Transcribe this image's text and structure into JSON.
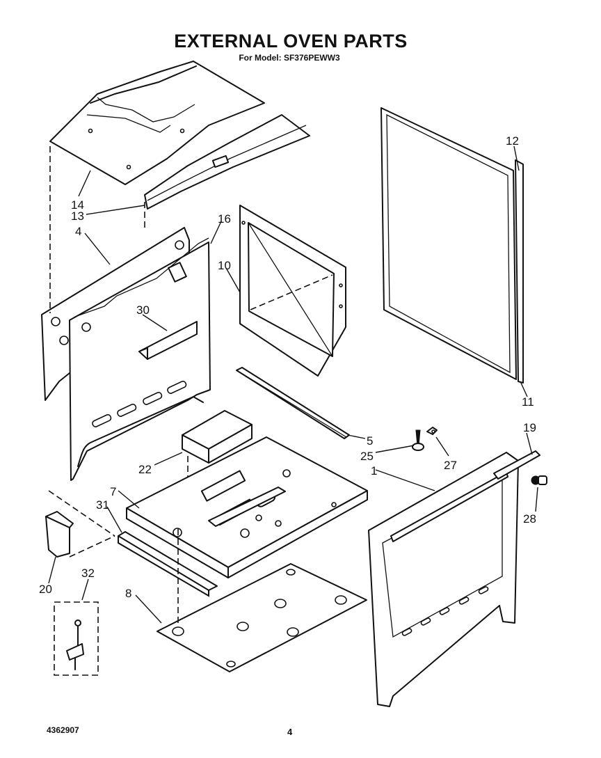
{
  "header": {
    "title": "EXTERNAL OVEN PARTS",
    "subtitle": "For Model: SF376PEWW3"
  },
  "footer": {
    "doc_number": "4362907",
    "page_number": "4"
  },
  "callouts": [
    {
      "id": "c14",
      "text": "14"
    },
    {
      "id": "c13",
      "text": "13"
    },
    {
      "id": "c4",
      "text": "4"
    },
    {
      "id": "c16",
      "text": "16"
    },
    {
      "id": "c10",
      "text": "10"
    },
    {
      "id": "c12",
      "text": "12"
    },
    {
      "id": "c11",
      "text": "11"
    },
    {
      "id": "c30",
      "text": "30"
    },
    {
      "id": "c5",
      "text": "5"
    },
    {
      "id": "c25",
      "text": "25"
    },
    {
      "id": "c27",
      "text": "27"
    },
    {
      "id": "c19",
      "text": "19"
    },
    {
      "id": "c1",
      "text": "1"
    },
    {
      "id": "c28",
      "text": "28"
    },
    {
      "id": "c22",
      "text": "22"
    },
    {
      "id": "c7",
      "text": "7"
    },
    {
      "id": "c31",
      "text": "31"
    },
    {
      "id": "c20",
      "text": "20"
    },
    {
      "id": "c32",
      "text": "32"
    },
    {
      "id": "c8",
      "text": "8"
    }
  ]
}
